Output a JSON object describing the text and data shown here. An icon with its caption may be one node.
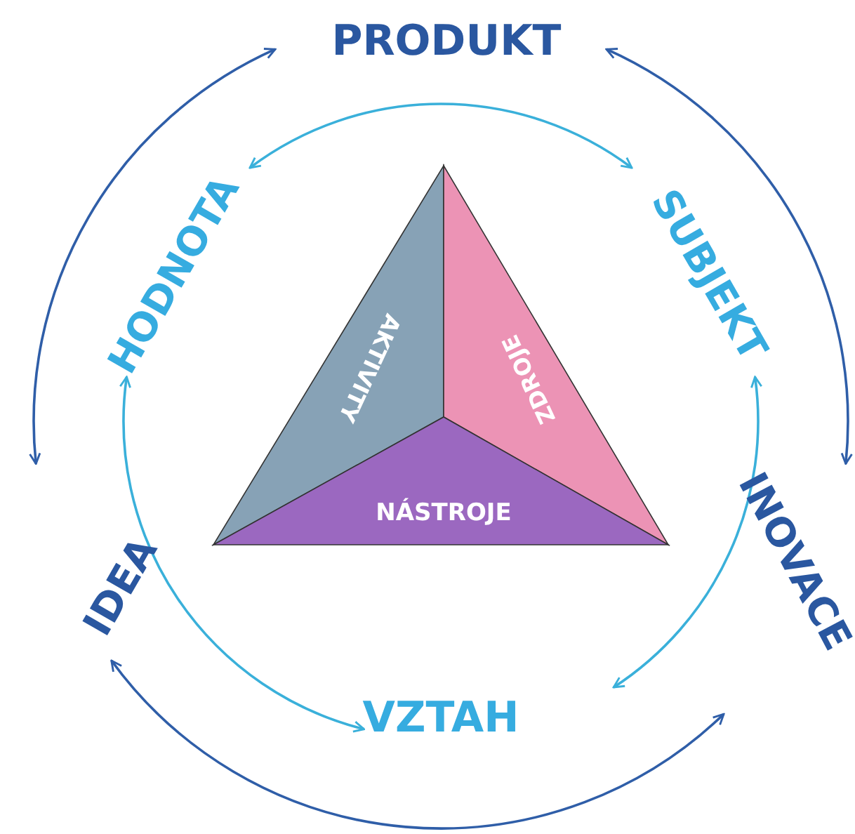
{
  "diagram": {
    "nodes": [
      {
        "text": [
          "PRODUKT"
        ]
      },
      {
        "text": [
          "INOVACE"
        ]
      },
      {
        "text": [
          "IDEA"
        ]
      },
      {
        "text": [
          "HODNOTA"
        ]
      },
      {
        "text": [
          "SUBJEKT"
        ]
      },
      {
        "text": [
          "VZTAH"
        ]
      },
      {
        "text": [
          "AKTIVITY"
        ]
      },
      {
        "text": [
          "ZDROJE"
        ]
      },
      {
        "text": [
          "NÁSTROJE"
        ]
      }
    ],
    "edges": [
      {
        "from": 0,
        "to": 1,
        "arrow": "both",
        "color": "#2f5ea8"
      },
      {
        "from": 0,
        "to": 2,
        "arrow": "both",
        "color": "#2f5ea8"
      },
      {
        "from": 2,
        "to": 1,
        "arrow": "both",
        "color": "#2f5ea8"
      },
      {
        "from": 3,
        "to": 4,
        "arrow": "both",
        "color": "#3ab0da"
      },
      {
        "from": 4,
        "to": 5,
        "arrow": "both",
        "color": "#3ab0da"
      },
      {
        "from": 3,
        "to": 5,
        "arrow": "both",
        "color": "#3ab0da"
      }
    ]
  }
}
